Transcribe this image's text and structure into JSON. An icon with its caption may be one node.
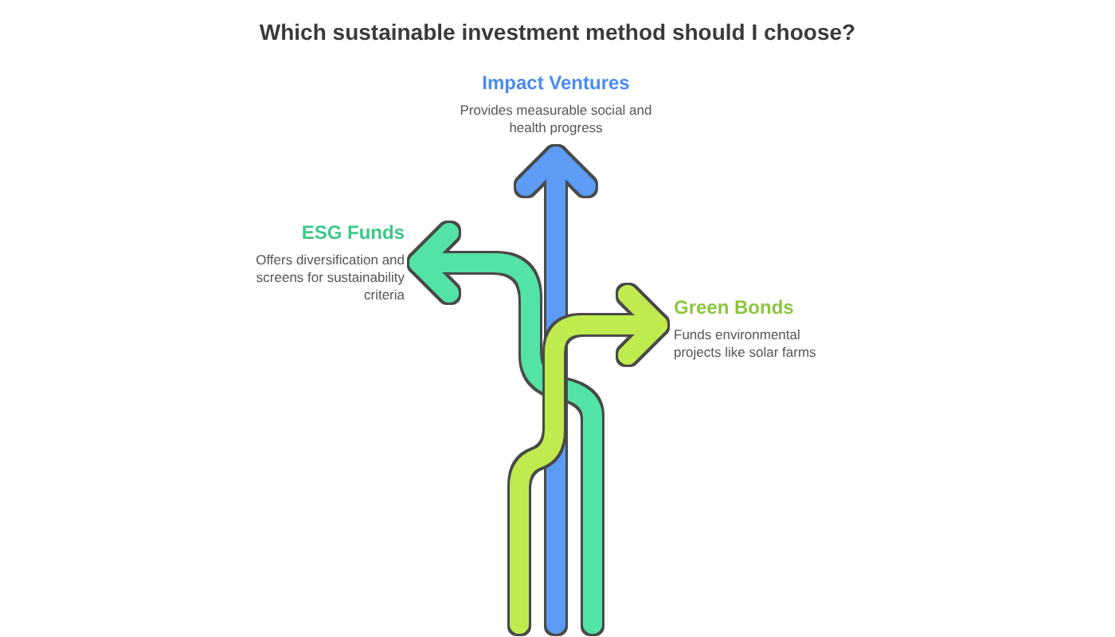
{
  "diagram": {
    "title": "Which sustainable investment method should I choose?",
    "nodes": [
      {
        "text": [
          "Impact Ventures",
          "Provides measurable social and health progress"
        ]
      },
      {
        "text": [
          "ESG Funds",
          "Offers diversification and screens for sustainability criteria"
        ]
      },
      {
        "text": [
          "Green Bonds",
          "Funds environmental projects like solar farms"
        ]
      }
    ],
    "edges": [
      {
        "from": null,
        "to": 0,
        "arrow": "to",
        "color": "#5b9cf5"
      },
      {
        "from": null,
        "to": 1,
        "arrow": "to",
        "color": "#52e3a4"
      },
      {
        "from": null,
        "to": 2,
        "arrow": "to",
        "color": "#bfeb4f"
      }
    ]
  }
}
